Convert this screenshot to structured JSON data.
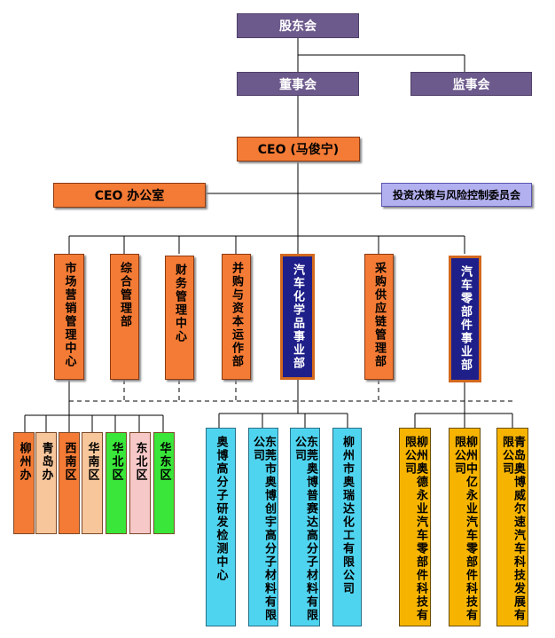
{
  "top": {
    "shareholders": "股东会",
    "board": "董事会",
    "supervisors": "监事会",
    "ceo": "CEO (马俊宁)",
    "ceo_office": "CEO 办公室",
    "investment_committee": "投资决策与风险控制委员会"
  },
  "departments": [
    "市场营销管理中心",
    "综合管理部",
    "财务管理中心",
    "并购与资本运作部",
    "汽车化学品事业部",
    "采购供应链管理部",
    "汽车零部件事业部"
  ],
  "regional_offices": [
    "柳州办",
    "青岛办",
    "西南区",
    "华南区",
    "华北区",
    "东北区",
    "华东区"
  ],
  "chemical_subsidiaries": [
    "奥博高分子研发检测中心",
    "东莞市奥博创宇高分子材料有限公司",
    "东莞奥博普赛达高分子材料有限公司",
    "柳州市奥瑞达化工有限公司"
  ],
  "parts_subsidiaries": [
    "柳州奥德永业汽车零部件科技有限公司",
    "柳州中亿永业汽车零部件科技有限公司",
    "青岛奥博威尔速汽车科技发展有限公司"
  ],
  "colors": {
    "purple": "#6d5a8c",
    "orange": "#f47b35",
    "lavender": "#b3b0f0",
    "navy": "#1f1f8a",
    "cyan": "#4fd4ef",
    "gold": "#f6b400",
    "green": "#39e639",
    "peach": "#f7c69b",
    "pink": "#f7c8c8"
  }
}
